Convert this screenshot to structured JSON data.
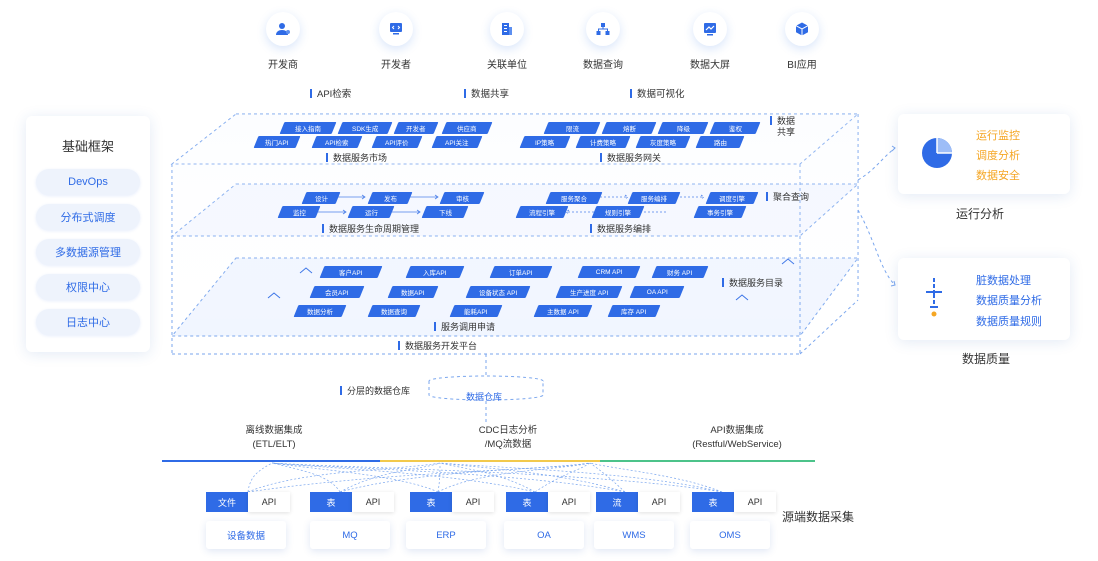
{
  "consumers": [
    {
      "label": "开发商",
      "icon": "user-icon"
    },
    {
      "label": "开发者",
      "icon": "code-monitor-icon"
    },
    {
      "label": "关联单位",
      "icon": "building-icon"
    },
    {
      "label": "数据查询",
      "icon": "hierarchy-icon"
    },
    {
      "label": "数据大屏",
      "icon": "chart-screen-icon"
    },
    {
      "label": "BI应用",
      "icon": "cube-icon"
    }
  ],
  "top_tags": [
    "API检索",
    "数据共享",
    "数据可视化"
  ],
  "foundation": {
    "title": "基础框架",
    "items": [
      "DevOps",
      "分布式调度",
      "多数据源管理",
      "权限中心",
      "日志中心"
    ]
  },
  "market": {
    "caption": "数据服务市场",
    "row1": [
      "接入指南",
      "SDK生成",
      "开发者",
      "供应商"
    ],
    "row2": [
      "热门API",
      "API检索",
      "API评价",
      "API关注"
    ]
  },
  "gateway": {
    "caption": "数据服务网关",
    "row1": [
      "限流",
      "熔断",
      "降级",
      "鉴权"
    ],
    "row2": [
      "IP策略",
      "计费策略",
      "灰度策略",
      "路由"
    ]
  },
  "share_label": "数据\n共享",
  "lifecycle": {
    "caption": "数据服务生命周期管理",
    "row1": [
      "设计",
      "发布",
      "审核"
    ],
    "row2": [
      "监控",
      "运行",
      "下线"
    ]
  },
  "orchestration": {
    "caption": "数据服务编排",
    "row1": [
      "服务聚合",
      "服务编排",
      "调度引擎"
    ],
    "row2": [
      "流程引擎",
      "规则引擎",
      "事务引擎"
    ]
  },
  "aggregate_label": "聚合查询",
  "catalog": {
    "row1": [
      "客户API",
      "入库API",
      "订单API",
      "CRM API",
      "财务 API"
    ],
    "row2": [
      "会员API",
      "数据API",
      "设备状态 API",
      "生产进度 API",
      "OA API"
    ],
    "row3": [
      "数据分析",
      "数据查询",
      "能耗API",
      "主数据 API",
      "库存 API"
    ],
    "apply_caption": "服务调用申请"
  },
  "catalog_label": "数据服务目录",
  "platform_caption": "数据服务开发平台",
  "warehouse": {
    "caption": "分层的数据仓库",
    "label": "数据仓库"
  },
  "runtime": {
    "items": [
      "运行监控",
      "调度分析",
      "数据安全"
    ],
    "title": "运行分析",
    "accent": "#f5a623"
  },
  "quality": {
    "items": [
      "脏数据处理",
      "数据质量分析",
      "数据质量规则"
    ],
    "title": "数据质量"
  },
  "integration": [
    {
      "line1": "离线数据集成",
      "line2": "(ETL/ELT)",
      "color": "#2f6be6"
    },
    {
      "line1": "CDC日志分析",
      "line2": "/MQ流数据",
      "color": "#f2c94c"
    },
    {
      "line1": "API数据集成",
      "line2": "(Restful/WebService)",
      "color": "#4cc38a"
    }
  ],
  "sources": [
    {
      "type": "文件",
      "api": "API",
      "name": "设备数据"
    },
    {
      "type": "表",
      "api": "API",
      "name": "MQ"
    },
    {
      "type": "表",
      "api": "API",
      "name": "ERP"
    },
    {
      "type": "表",
      "api": "API",
      "name": "OA"
    },
    {
      "type": "流",
      "api": "API",
      "name": "WMS"
    },
    {
      "type": "表",
      "api": "API",
      "name": "OMS"
    }
  ],
  "source_title": "源端数据采集",
  "colors": {
    "primary": "#2f6be6",
    "accent": "#f5a623"
  }
}
